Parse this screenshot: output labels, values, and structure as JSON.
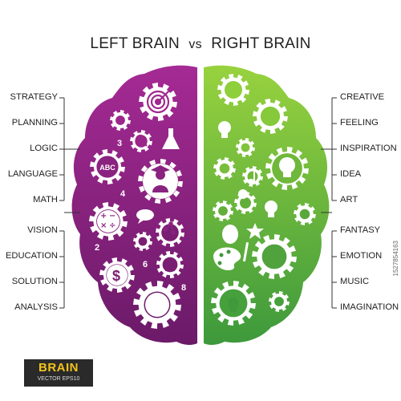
{
  "title": {
    "left": "LEFT BRAIN",
    "vs": "vs",
    "right": "RIGHT BRAIN"
  },
  "left_labels": [
    "STRATEGY",
    "PLANNING",
    "LOGIC",
    "LANGUAGE",
    "MATH",
    "VISION",
    "EDUCATION",
    "SOLUTION",
    "ANALYSIS"
  ],
  "right_labels": [
    "CREATIVE",
    "FEELING",
    "INSPIRATION",
    "IDEA",
    "ART",
    "FANTASY",
    "EMOTION",
    "MUSIC",
    "IMAGINATION"
  ],
  "left_numbers": [
    "3",
    "4",
    "2",
    "6",
    "8"
  ],
  "abc_text": "ABC",
  "math_symbols": [
    "+",
    "−",
    "×",
    "÷"
  ],
  "dollar": "$",
  "badge": {
    "title": "BRAIN",
    "subtitle": "VECTOR EPS10"
  },
  "side_code": "1527854163",
  "colors": {
    "left_top": "#a0288f",
    "left_bottom": "#6e1a6a",
    "right_top": "#8fcf3c",
    "right_bottom": "#3f9a3c",
    "line": "#333333"
  },
  "icons": [
    "target-icon",
    "magnifier-icon",
    "flask-icon",
    "abc-icon",
    "graduate-icon",
    "math-icon",
    "speech-bubble-icon",
    "network-icon",
    "dollar-icon",
    "person-gear-icon",
    "lightbulb-icon",
    "music-note-icon",
    "sun-icon",
    "balloon-icon",
    "star-icon",
    "palette-icon",
    "brush-icon"
  ]
}
